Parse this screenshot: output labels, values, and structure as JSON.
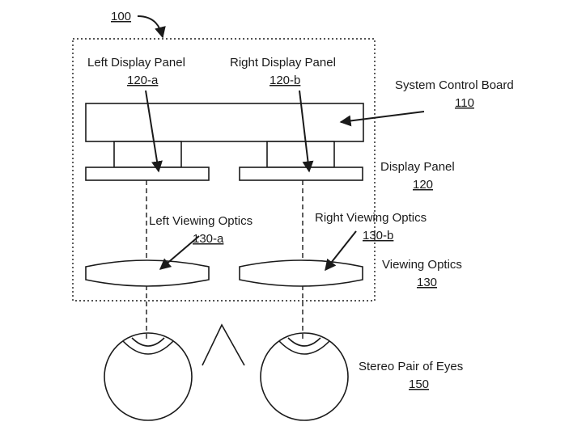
{
  "labels": {
    "system_ref": "100",
    "left_panel_title": "Left Display Panel",
    "left_panel_ref": "120-a",
    "right_panel_title": "Right Display Panel",
    "right_panel_ref": "120-b",
    "control_board_title": "System Control Board",
    "control_board_ref": "110",
    "display_panel_title": "Display Panel",
    "display_panel_ref": "120",
    "left_optics_title": "Left Viewing Optics",
    "left_optics_ref": "130-a",
    "right_optics_title": "Right Viewing Optics",
    "right_optics_ref": "130-b",
    "viewing_optics_title": "Viewing Optics",
    "viewing_optics_ref": "130",
    "eyes_title": "Stereo Pair of Eyes",
    "eyes_ref": "150"
  }
}
